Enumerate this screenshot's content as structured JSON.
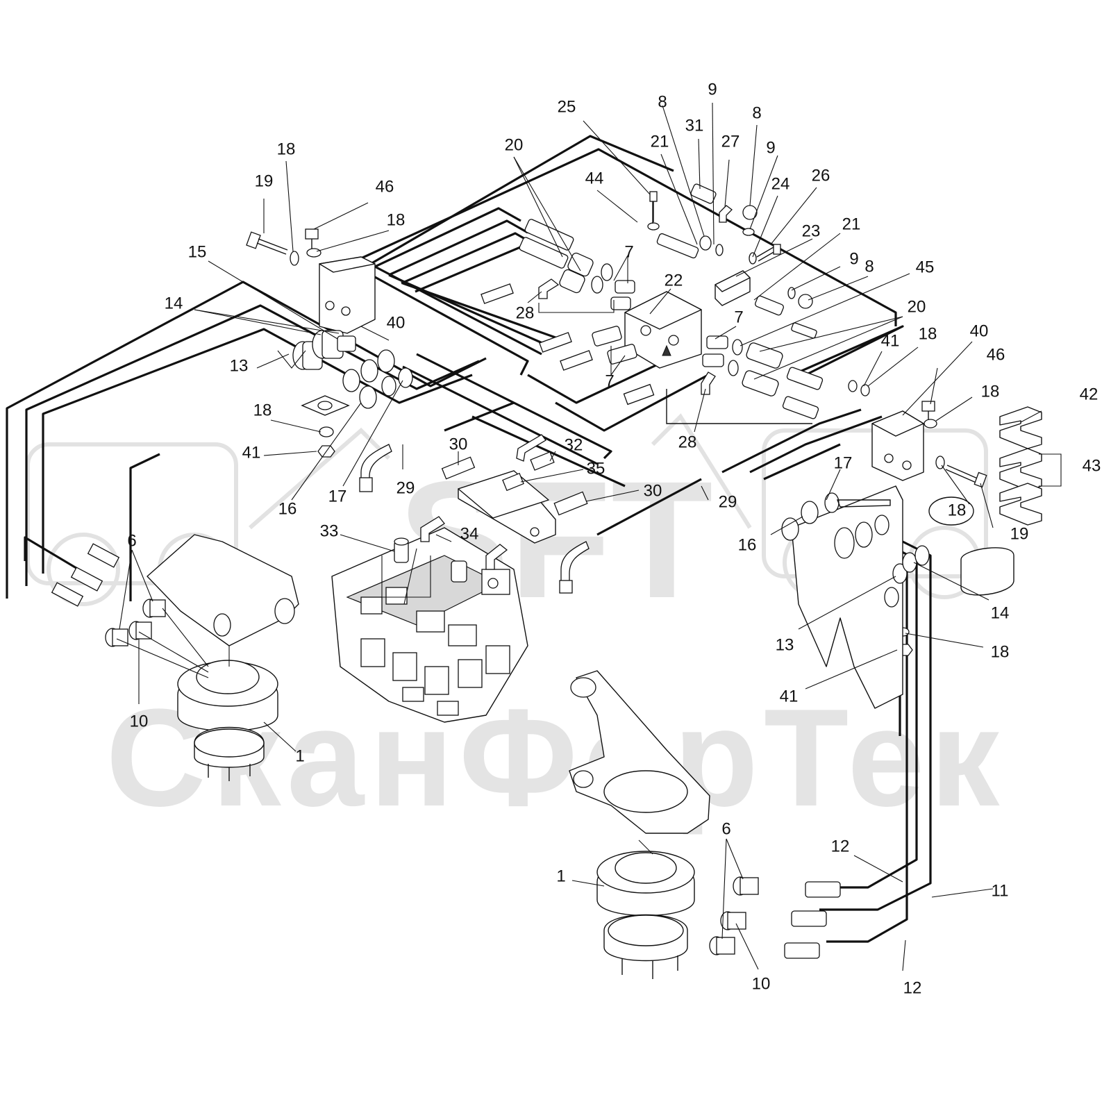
{
  "watermark": {
    "logo_text": "SFT",
    "company_name": "СканФорТек"
  },
  "callouts": [
    {
      "id": "c1a",
      "label": "1"
    },
    {
      "id": "c1b",
      "label": "1"
    },
    {
      "id": "c6a",
      "label": "6"
    },
    {
      "id": "c6b",
      "label": "6"
    },
    {
      "id": "c7a",
      "label": "7"
    },
    {
      "id": "c7b",
      "label": "7"
    },
    {
      "id": "c7c",
      "label": "7"
    },
    {
      "id": "c8a",
      "label": "8"
    },
    {
      "id": "c8b",
      "label": "8"
    },
    {
      "id": "c8c",
      "label": "8"
    },
    {
      "id": "c9a",
      "label": "9"
    },
    {
      "id": "c9b",
      "label": "9"
    },
    {
      "id": "c9c",
      "label": "9"
    },
    {
      "id": "c10a",
      "label": "10"
    },
    {
      "id": "c10b",
      "label": "10"
    },
    {
      "id": "c11",
      "label": "11"
    },
    {
      "id": "c12a",
      "label": "12"
    },
    {
      "id": "c12b",
      "label": "12"
    },
    {
      "id": "c13a",
      "label": "13"
    },
    {
      "id": "c13b",
      "label": "13"
    },
    {
      "id": "c14a",
      "label": "14"
    },
    {
      "id": "c14b",
      "label": "14"
    },
    {
      "id": "c15",
      "label": "15"
    },
    {
      "id": "c16a",
      "label": "16"
    },
    {
      "id": "c16b",
      "label": "16"
    },
    {
      "id": "c17a",
      "label": "17"
    },
    {
      "id": "c17b",
      "label": "17"
    },
    {
      "id": "c18a",
      "label": "18"
    },
    {
      "id": "c18b",
      "label": "18"
    },
    {
      "id": "c18c",
      "label": "18"
    },
    {
      "id": "c18d",
      "label": "18"
    },
    {
      "id": "c18e",
      "label": "18"
    },
    {
      "id": "c18f",
      "label": "18"
    },
    {
      "id": "c18g",
      "label": "18"
    },
    {
      "id": "c19a",
      "label": "19"
    },
    {
      "id": "c19b",
      "label": "19"
    },
    {
      "id": "c20a",
      "label": "20"
    },
    {
      "id": "c20b",
      "label": "20"
    },
    {
      "id": "c21a",
      "label": "21"
    },
    {
      "id": "c21b",
      "label": "21"
    },
    {
      "id": "c22",
      "label": "22"
    },
    {
      "id": "c23",
      "label": "23"
    },
    {
      "id": "c24",
      "label": "24"
    },
    {
      "id": "c25",
      "label": "25"
    },
    {
      "id": "c26",
      "label": "26"
    },
    {
      "id": "c27",
      "label": "27"
    },
    {
      "id": "c28a",
      "label": "28"
    },
    {
      "id": "c28b",
      "label": "28"
    },
    {
      "id": "c29a",
      "label": "29"
    },
    {
      "id": "c29b",
      "label": "29"
    },
    {
      "id": "c30a",
      "label": "30"
    },
    {
      "id": "c30b",
      "label": "30"
    },
    {
      "id": "c31",
      "label": "31"
    },
    {
      "id": "c32",
      "label": "32"
    },
    {
      "id": "c33",
      "label": "33"
    },
    {
      "id": "c34",
      "label": "34"
    },
    {
      "id": "c35",
      "label": "35"
    },
    {
      "id": "c40a",
      "label": "40"
    },
    {
      "id": "c40b",
      "label": "40"
    },
    {
      "id": "c41a",
      "label": "41"
    },
    {
      "id": "c41b",
      "label": "41"
    },
    {
      "id": "c41c",
      "label": "41"
    },
    {
      "id": "c42",
      "label": "42"
    },
    {
      "id": "c43",
      "label": "43"
    },
    {
      "id": "c44",
      "label": "44"
    },
    {
      "id": "c45",
      "label": "45"
    },
    {
      "id": "c46a",
      "label": "46"
    },
    {
      "id": "c46b",
      "label": "46"
    }
  ]
}
